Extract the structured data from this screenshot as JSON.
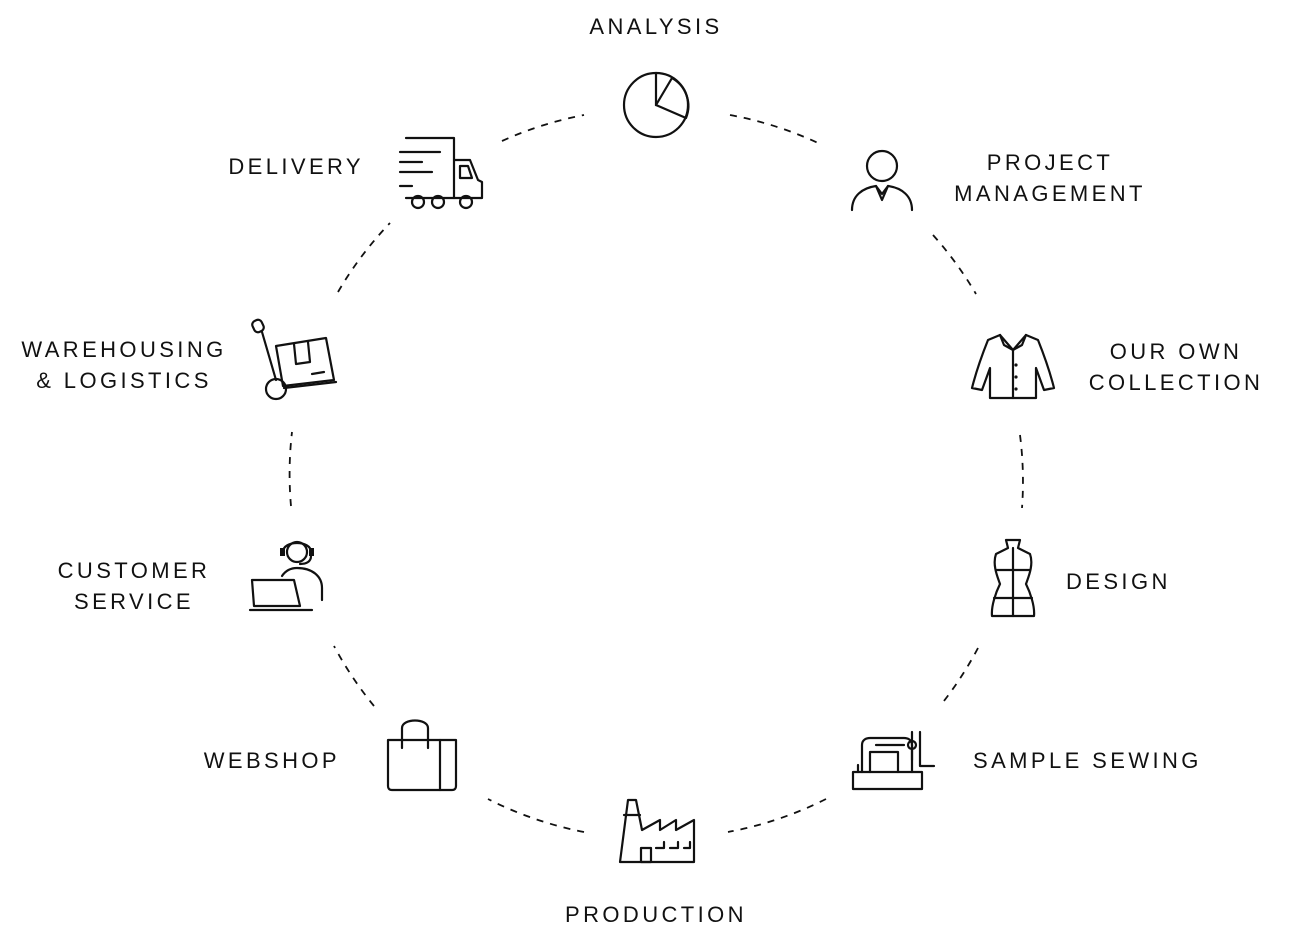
{
  "steps": [
    {
      "label": "ANALYSIS",
      "icon": "pie-chart-icon"
    },
    {
      "label": "PROJECT",
      "label2": "MANAGEMENT",
      "icon": "person-icon"
    },
    {
      "label": "OUR OWN",
      "label2": "COLLECTION",
      "icon": "jacket-icon"
    },
    {
      "label": "DESIGN",
      "icon": "dress-form-icon"
    },
    {
      "label": "SAMPLE SEWING",
      "icon": "sewing-machine-icon"
    },
    {
      "label": "PRODUCTION",
      "icon": "factory-icon"
    },
    {
      "label": "WEBSHOP",
      "icon": "shopping-bag-icon"
    },
    {
      "label": "CUSTOMER",
      "label2": "SERVICE",
      "icon": "headset-laptop-icon"
    },
    {
      "label": "WAREHOUSING",
      "label2": "& LOGISTICS",
      "icon": "hand-truck-icon"
    },
    {
      "label": "DELIVERY",
      "icon": "delivery-truck-icon"
    }
  ]
}
